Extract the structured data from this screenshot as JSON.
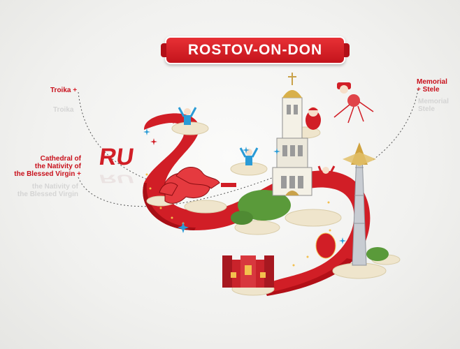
{
  "title": "ROSTOV-ON-DON",
  "callouts": {
    "troika": "Troika",
    "cathedral_line1": "Cathedral of",
    "cathedral_line2": "the Nativity of",
    "cathedral_line3": "the Blessed Virgin",
    "stele_line1": "Memorial",
    "stele_line2": "Stele",
    "star": "+"
  },
  "emblem_text": "RU",
  "colors": {
    "brand_red": "#d11e26",
    "dark_red": "#b20f17",
    "gold": "#c9a24a",
    "green": "#5a9a3a",
    "background": "#f1f1ef"
  }
}
